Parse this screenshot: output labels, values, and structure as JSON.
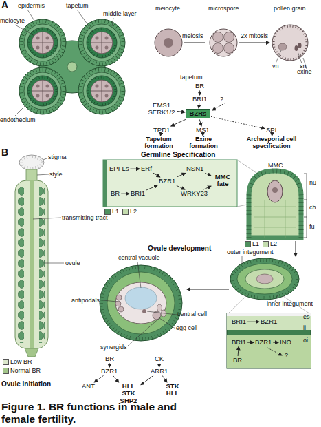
{
  "diagram": {
    "caption": "Figure 1. BR functions in male and female fertility.",
    "nodes": [
      {
        "text": [
          "BR"
        ]
      },
      {
        "text": [
          "BRI1"
        ]
      },
      {
        "text": [
          "BZRs"
        ]
      },
      {
        "text": [
          "EMS1 SERK1/2"
        ]
      },
      {
        "text": [
          "TPD1"
        ]
      },
      {
        "text": [
          "Tapetum formation"
        ]
      },
      {
        "text": [
          "MS1"
        ]
      },
      {
        "text": [
          "Exine formation"
        ]
      },
      {
        "text": [
          "SPL"
        ]
      },
      {
        "text": [
          "Archesporial cell specification"
        ]
      },
      {
        "text": [
          "EPFLs"
        ]
      },
      {
        "text": [
          "ERf"
        ]
      },
      {
        "text": [
          "BR"
        ]
      },
      {
        "text": [
          "BRI1"
        ]
      },
      {
        "text": [
          "BZR1"
        ]
      },
      {
        "text": [
          "NSN1"
        ]
      },
      {
        "text": [
          "WRKY23"
        ]
      },
      {
        "text": [
          "MMC fate"
        ]
      },
      {
        "text": [
          "BRI1"
        ]
      },
      {
        "text": [
          "BZR1"
        ]
      },
      {
        "text": [
          "BRI1"
        ]
      },
      {
        "text": [
          "BZR1"
        ]
      },
      {
        "text": [
          "INO"
        ]
      },
      {
        "text": [
          "BR"
        ]
      },
      {
        "text": [
          "BR"
        ]
      },
      {
        "text": [
          "BZR1"
        ]
      },
      {
        "text": [
          "CK"
        ]
      },
      {
        "text": [
          "ARR1"
        ]
      },
      {
        "text": [
          "ANT"
        ]
      },
      {
        "text": [
          "HLL STK SHP2"
        ]
      },
      {
        "text": [
          "STK HLL"
        ]
      }
    ],
    "edges": [
      {
        "from": 0,
        "to": 1,
        "arrow": "to"
      },
      {
        "from": 1,
        "to": 2,
        "arrow": "to"
      },
      {
        "from": 3,
        "to": 2,
        "arrow": "to"
      },
      {
        "from": 2,
        "to": 4,
        "arrow": "to"
      },
      {
        "from": 4,
        "to": 5,
        "arrow": "to"
      },
      {
        "from": 2,
        "to": 6,
        "arrow": "to"
      },
      {
        "from": 6,
        "to": 7,
        "arrow": "to"
      },
      {
        "from": 2,
        "to": 8,
        "arrow": "to"
      },
      {
        "from": 8,
        "to": 9,
        "arrow": "to"
      },
      {
        "from": 10,
        "to": 11,
        "arrow": "to"
      },
      {
        "from": 12,
        "to": 13,
        "arrow": "to"
      },
      {
        "from": 11,
        "to": 14,
        "arrow": "to"
      },
      {
        "from": 13,
        "to": 14,
        "arrow": "to"
      },
      {
        "from": 14,
        "to": 15,
        "arrow": "to"
      },
      {
        "from": 14,
        "to": 16,
        "arrow": "to"
      },
      {
        "from": 15,
        "to": 17,
        "arrow": "to"
      },
      {
        "from": 16,
        "to": 17,
        "arrow": "to"
      },
      {
        "from": 18,
        "to": 19,
        "arrow": "to"
      },
      {
        "from": 20,
        "to": 21,
        "arrow": "to"
      },
      {
        "from": 21,
        "to": 22,
        "arrow": "to"
      },
      {
        "from": 23,
        "to": 20,
        "arrow": "to"
      },
      {
        "from": 24,
        "to": 25,
        "arrow": "to"
      },
      {
        "from": 25,
        "to": 28,
        "arrow": "to"
      },
      {
        "from": 25,
        "to": 29,
        "arrow": "to"
      },
      {
        "from": 26,
        "to": 27,
        "arrow": "to"
      },
      {
        "from": 27,
        "to": 29,
        "arrow": "to"
      },
      {
        "from": 27,
        "to": 30,
        "arrow": "to"
      }
    ],
    "labels": [
      "A",
      "epidermis",
      "tapetum",
      "middle layer",
      "meiocyte",
      "endothecium",
      "meiocyte",
      "microspore",
      "pollen grain",
      "meiosis",
      "2x mitosis",
      "vn",
      "sn",
      "exine",
      "tapetum",
      "?",
      "B",
      "stigma",
      "style",
      "Germline Specification",
      "transmitting tract",
      "MMC",
      "nu",
      "ch",
      "fu",
      "Ovule development",
      "outer integument",
      "central vacuole",
      "ovule",
      "antipodals",
      "inner integument",
      "central cell",
      "es",
      "egg cell",
      "ii",
      "oi",
      "synergids",
      "?",
      "Ovule initiation"
    ],
    "legend": [
      {
        "text": "L1",
        "color": "#4f9060"
      },
      {
        "text": "L2",
        "color": "#c4dcae"
      },
      {
        "text": "L1",
        "color": "#4f9060"
      },
      {
        "text": "L2",
        "color": "#c4dcae"
      },
      {
        "text": "Low BR",
        "color": "#dbe8cc"
      },
      {
        "text": "Normal BR",
        "color": "#a3c58a"
      }
    ]
  }
}
